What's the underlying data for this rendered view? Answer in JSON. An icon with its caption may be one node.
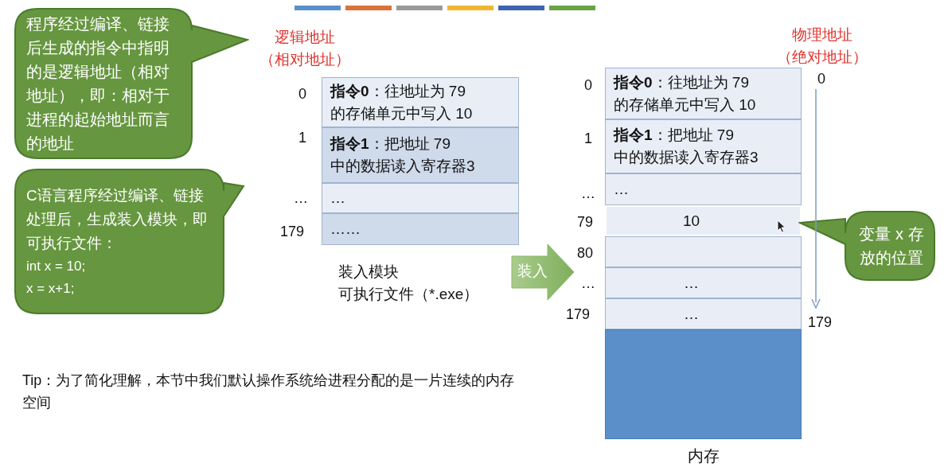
{
  "diagram": {
    "nodes": [
      {
        "text": [
          "程序经过编译、链接后生成的指令中指明的是逻辑地址（相对地址），即：相对于进程的起始地址而言的地址"
        ]
      },
      {
        "text": [
          "C语言程序经过编译、链接处理后，生成装入模块，即可执行文件：",
          "int x = 10;",
          "x = x+1;"
        ]
      },
      {
        "text": [
          "**指令0**：往地址为 79 的存储单元中写入 10"
        ]
      },
      {
        "text": [
          "**指令1**：把地址 79 中的数据读入寄存器3"
        ]
      },
      {
        "text": [
          "…"
        ]
      },
      {
        "text": [
          "……"
        ]
      },
      {
        "text": [
          "装入"
        ]
      },
      {
        "text": [
          "**指令0**：往地址为 79 的存储单元中写入 10"
        ]
      },
      {
        "text": [
          "**指令1**：把地址 79 中的数据读入寄存器3"
        ]
      },
      {
        "text": [
          "…"
        ]
      },
      {
        "text": [
          "10"
        ]
      },
      {
        "text": [],
        "shape": "box"
      },
      {
        "text": [
          "…"
        ]
      },
      {
        "text": [
          "…"
        ]
      },
      {
        "text": [],
        "shape": "box",
        "beside": [
          "内存"
        ]
      },
      {
        "text": [
          "变量 x 存放的位置"
        ]
      }
    ],
    "labels": [
      "逻辑地址（相对地址）",
      "0",
      "1",
      "…",
      "179",
      "装入模块",
      "可执行文件（*.exe）",
      "物理地址（绝对地址）",
      "0",
      "0",
      "1",
      "…",
      "79",
      "80",
      "…",
      "179",
      "179",
      "Tip：为了简化理解，本节中我们默认操作系统给进程分配的是一片连续的内存空间"
    ]
  }
}
